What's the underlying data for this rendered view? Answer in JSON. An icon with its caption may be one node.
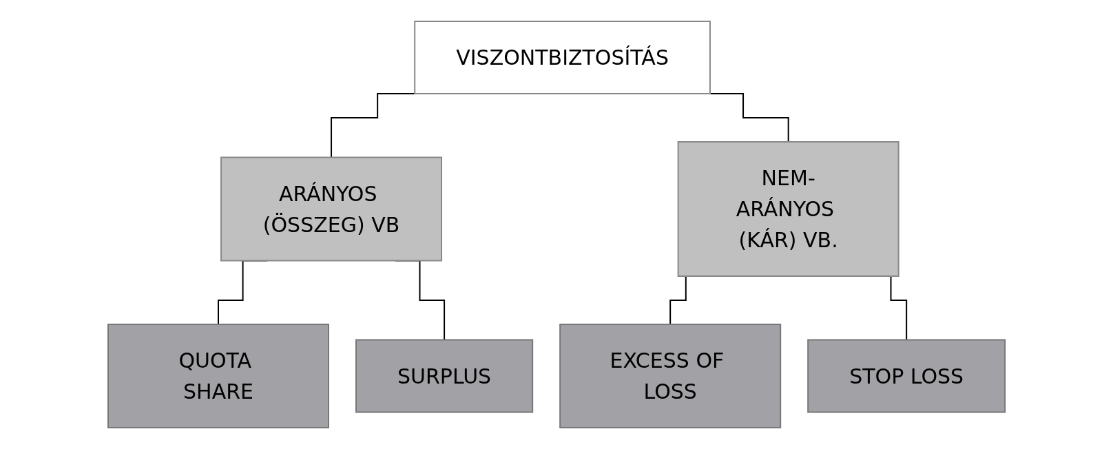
{
  "diagram": {
    "nodes": [
      {
        "text": [
          "VISZONTBIZTOSÍTÁS"
        ]
      },
      {
        "text": [
          "ARÁNYOS (ÖSSZEG) VB"
        ]
      },
      {
        "text": [
          "NEM-ARÁNYOS (KÁR) VB."
        ]
      },
      {
        "text": [
          "QUOTA SHARE"
        ]
      },
      {
        "text": [
          "SURPLUS"
        ]
      },
      {
        "text": [
          "EXCESS OF LOSS"
        ]
      },
      {
        "text": [
          "STOP LOSS"
        ]
      }
    ],
    "edges": [
      {
        "from": 0,
        "to": 1,
        "arrow": "none"
      },
      {
        "from": 0,
        "to": 2,
        "arrow": "none"
      },
      {
        "from": 1,
        "to": 3,
        "arrow": "none"
      },
      {
        "from": 1,
        "to": 4,
        "arrow": "none"
      },
      {
        "from": 2,
        "to": 5,
        "arrow": "none"
      },
      {
        "from": 2,
        "to": 6,
        "arrow": "none"
      }
    ]
  }
}
